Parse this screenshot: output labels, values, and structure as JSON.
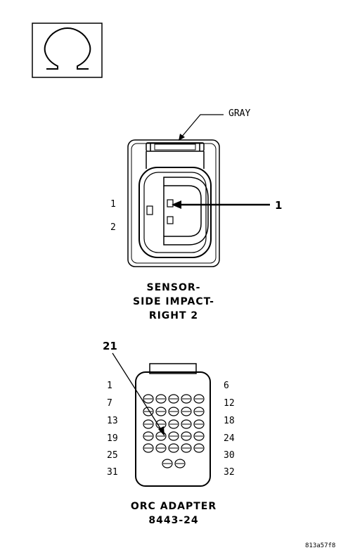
{
  "symbol_icon": "ohm-icon",
  "sensor_connector": {
    "color_label": "GRAY",
    "pin_labels": [
      "1",
      "2"
    ],
    "callout": "1",
    "name_lines": [
      "SENSOR-",
      "SIDE IMPACT-",
      "RIGHT 2"
    ]
  },
  "adapter_connector": {
    "callout": "21",
    "left_labels": [
      "1",
      "7",
      "13",
      "19",
      "25",
      "31"
    ],
    "right_labels": [
      "6",
      "12",
      "18",
      "24",
      "30",
      "32"
    ],
    "name_lines": [
      "ORC ADAPTER",
      "8443-24"
    ]
  },
  "reference_id": "813a57f8"
}
